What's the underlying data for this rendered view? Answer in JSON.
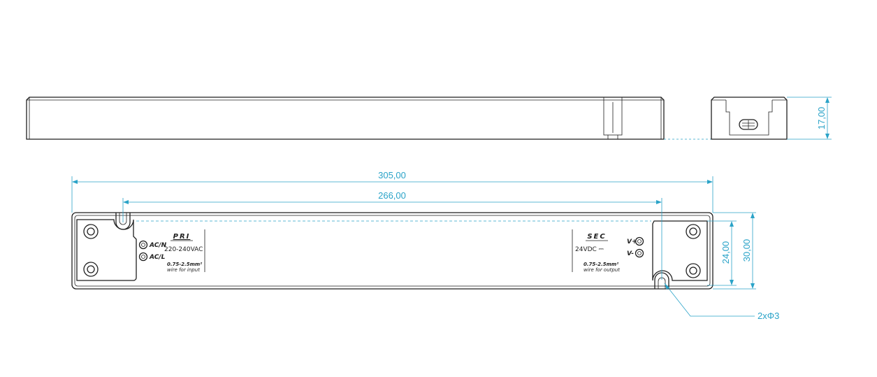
{
  "colors": {
    "dimension": "#2aa3c8",
    "outline": "#1f1f1f",
    "background": "#ffffff"
  },
  "dimensions": {
    "overall_length": "305,00",
    "hole_spacing": "266,00",
    "height": "17,00",
    "inner_width": "24,00",
    "outer_width": "30,00",
    "hole_callout": "2xΦ3"
  },
  "primary": {
    "heading": "PRI",
    "terminal_n": "AC/N",
    "terminal_l": "AC/L",
    "voltage": "220-240VAC",
    "wire_spec": "0.75-2.5mm²",
    "wire_note": "wire for input"
  },
  "secondary": {
    "heading": "SEC",
    "terminal_pos": "V+",
    "terminal_neg": "V-",
    "voltage": "24VDC ⎓",
    "wire_spec": "0.75-2.5mm²",
    "wire_note": "wire for output"
  }
}
